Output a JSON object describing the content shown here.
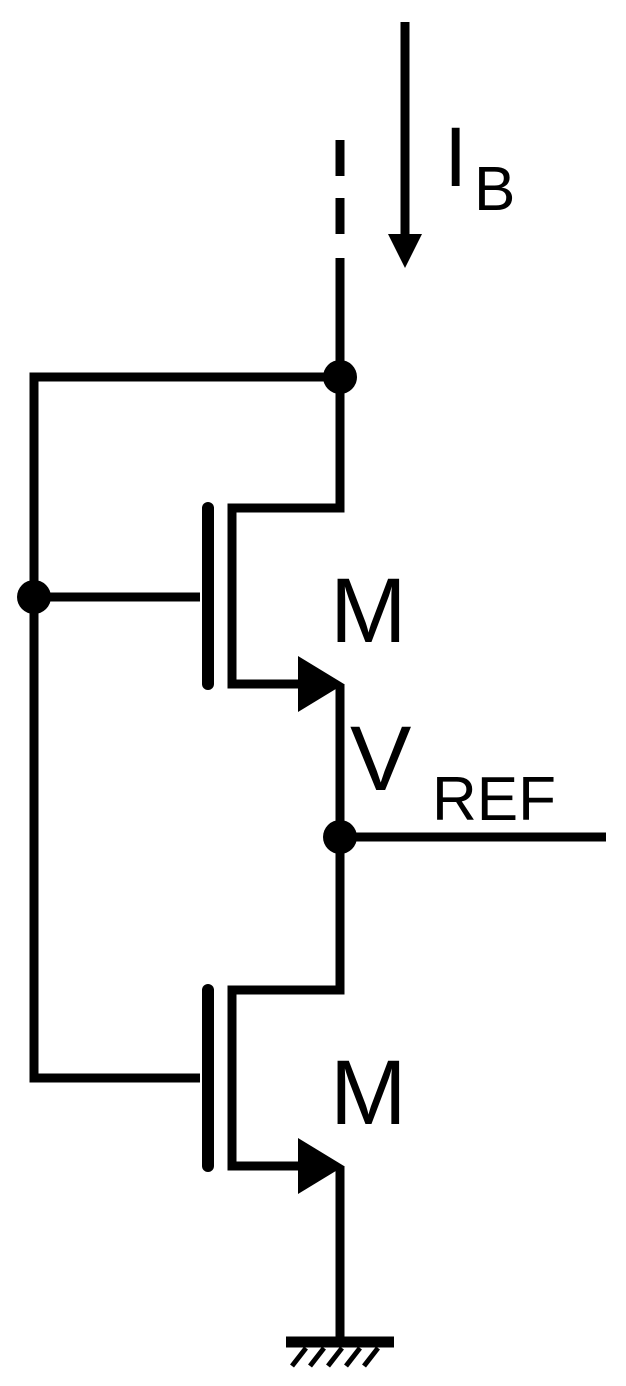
{
  "colors": {
    "ink": "#000000",
    "background": "#ffffff"
  },
  "labels": {
    "current_main": "I",
    "current_sub": "B",
    "transistor_top": "M",
    "transistor_bottom": "M",
    "vref_main": "V",
    "vref_sub": "REF"
  },
  "symbols": {
    "ground": "ground-symbol",
    "current_arrow": "down-arrow"
  }
}
